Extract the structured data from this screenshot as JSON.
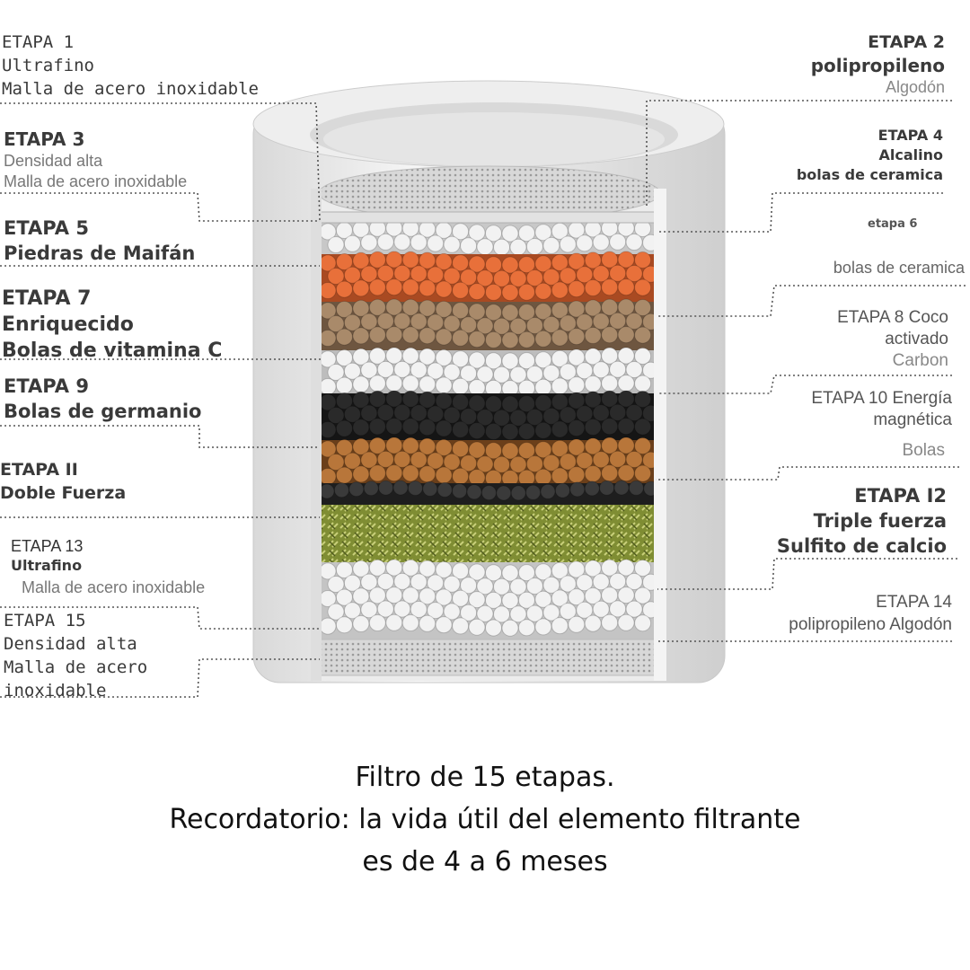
{
  "labels": {
    "s1": {
      "l1": "ETAPA 1",
      "l2": "Ultrafino",
      "l3": "Malla de acero inoxidable"
    },
    "s2": {
      "l1": "ETAPA 2",
      "l2": "polipropileno",
      "l3": "Algodón"
    },
    "s3": {
      "l1": "ETAPA 3",
      "l2": "Densidad alta",
      "l3": "Malla de acero inoxidable"
    },
    "s4": {
      "l1": "ETAPA 4",
      "l2": "Alcalino",
      "l3": "bolas de ceramica"
    },
    "s5": {
      "l1": "ETAPA 5",
      "l2": "Piedras de Maifán"
    },
    "s6": {
      "l1": "etapa 6",
      "l2": "bolas de ceramica"
    },
    "s7": {
      "l1": "ETAPA 7",
      "l2": "Enriquecido",
      "l3": "Bolas de vitamina C"
    },
    "s8": {
      "l1": "ETAPA 8 Coco",
      "l2": "activado",
      "l3": "Carbon"
    },
    "s9": {
      "l1": "ETAPA 9",
      "l2": "Bolas de germanio"
    },
    "s10": {
      "l1": "ETAPA 10 Energía",
      "l2": "magnética",
      "l3": "Bolas"
    },
    "s11": {
      "l1": "ETAPA II",
      "l2": "Doble Fuerza"
    },
    "s12": {
      "l1": "ETAPA I2",
      "l2": "Triple fuerza",
      "l3": "Sulfito de calcio"
    },
    "s13": {
      "l1": "ETAPA 13",
      "l2": "Ultrafino",
      "l3": "Malla de acero inoxidable"
    },
    "s14": {
      "l1": "ETAPA 14",
      "l2": "polipropileno Algodón"
    },
    "s15": {
      "l1": "ETAPA 15",
      "l2": "Densidad alta",
      "l3": "Malla de acero",
      "l4": "inoxidable"
    }
  },
  "caption": {
    "line1": "Filtro de 15 etapas.",
    "line2": "Recordatorio: la vida útil del elemento filtrante",
    "line3": "es de 4 a 6 meses"
  },
  "colors": {
    "housing": "#e9e9e9",
    "mesh": "#cfcfcf",
    "orange": "#e8703a",
    "tan": "#a98a6a",
    "white_ball": "#f2f2f2",
    "black": "#2a2a2a",
    "brown": "#b8763a",
    "green": "#8c9a3a"
  }
}
